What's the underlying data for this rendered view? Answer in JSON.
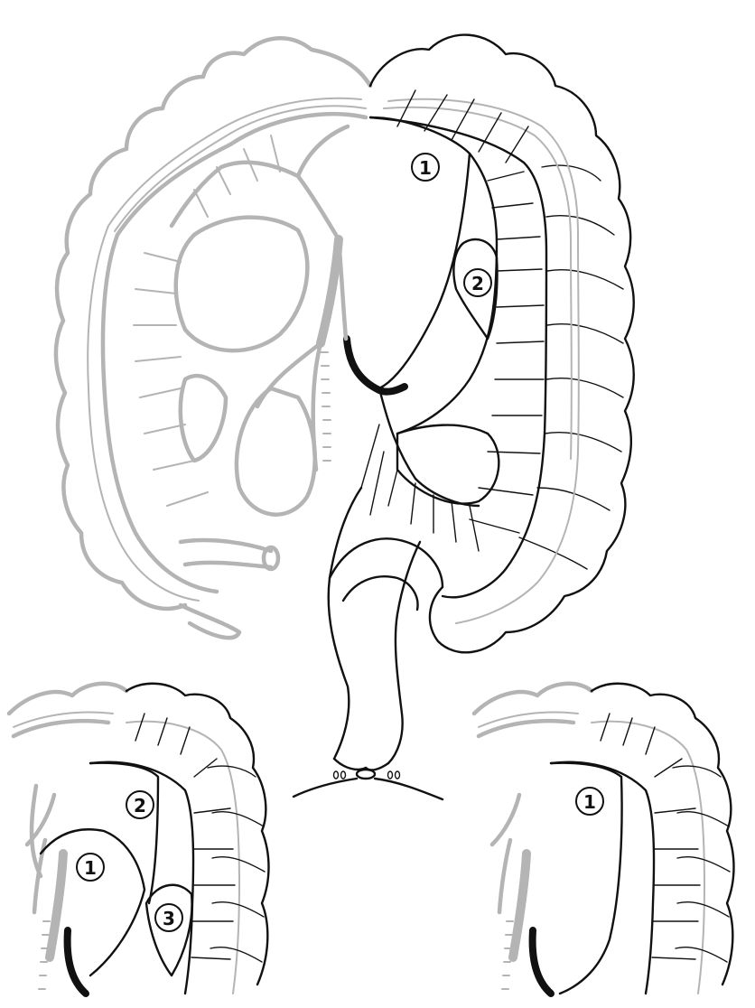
{
  "figure": {
    "main_panel": {
      "labels": [
        {
          "id": "m1",
          "text": "1"
        },
        {
          "id": "m2",
          "text": "2"
        }
      ]
    },
    "bottom_left_panel": {
      "labels": [
        {
          "id": "l1",
          "text": "1"
        },
        {
          "id": "l2",
          "text": "2"
        },
        {
          "id": "l3",
          "text": "3"
        }
      ]
    },
    "bottom_right_panel": {
      "labels": [
        {
          "id": "r1",
          "text": "1"
        }
      ]
    }
  },
  "colors": {
    "dark_outline": "#111111",
    "faded_outline": "#b4b4b4",
    "background": "#ffffff"
  }
}
